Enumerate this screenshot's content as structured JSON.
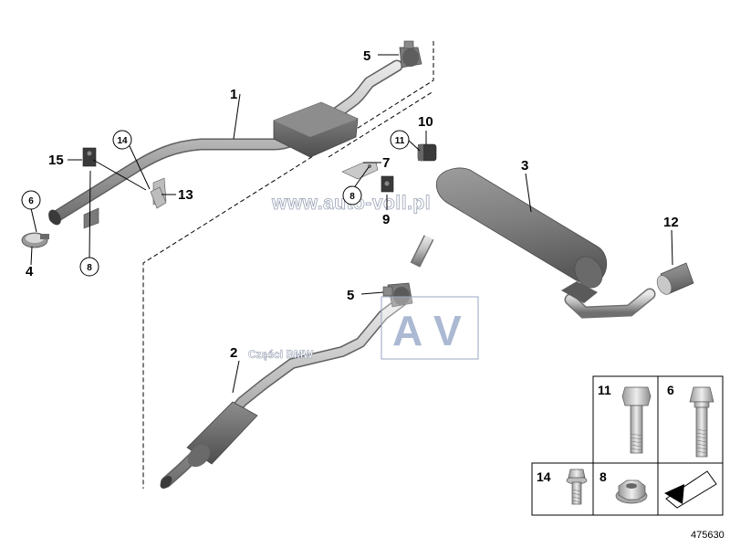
{
  "callouts": [
    {
      "id": "1",
      "label": "1"
    },
    {
      "id": "2",
      "label": "2"
    },
    {
      "id": "3",
      "label": "3"
    },
    {
      "id": "4",
      "label": "4"
    },
    {
      "id": "5a",
      "label": "5"
    },
    {
      "id": "5b",
      "label": "5"
    },
    {
      "id": "6",
      "label": "6"
    },
    {
      "id": "7",
      "label": "7"
    },
    {
      "id": "8a",
      "label": "8"
    },
    {
      "id": "8b",
      "label": "8"
    },
    {
      "id": "9",
      "label": "9"
    },
    {
      "id": "10",
      "label": "10"
    },
    {
      "id": "11",
      "label": "11"
    },
    {
      "id": "12",
      "label": "12"
    },
    {
      "id": "13",
      "label": "13"
    },
    {
      "id": "14",
      "label": "14"
    },
    {
      "id": "15",
      "label": "15"
    }
  ],
  "watermark": {
    "url": "www.auto-voll.pl",
    "logo_left": "A",
    "logo_right": "V",
    "logo_caption": "Części BMW"
  },
  "fastener_table": [
    {
      "label": "11",
      "part": "bolt"
    },
    {
      "label": "6",
      "part": "bolt"
    },
    {
      "label": "14",
      "part": "flange-bolt"
    },
    {
      "label": "8",
      "part": "hex-nut"
    }
  ],
  "diagram_ref": "475630",
  "colors": {
    "metal_dark": "#6e6e6e",
    "metal_mid": "#9a9a9a",
    "metal_light": "#d2d2d2",
    "logo_blue": "#8fa1c4"
  }
}
